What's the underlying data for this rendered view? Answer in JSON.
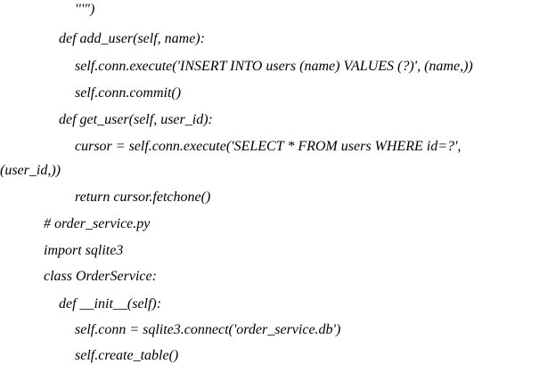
{
  "code_lines": [
    "'''\")",
    "def add_user(self, name):",
    "self.conn.execute('INSERT INTO users (name) VALUES (?)', (name,))",
    "self.conn.commit()",
    "def get_user(self, user_id):",
    "cursor = self.conn.execute('SELECT * FROM users WHERE id=?',",
    "(user_id,))",
    "return cursor.fetchone()",
    "# order_service.py",
    "import sqlite3",
    "class OrderService:",
    "def __init__(self):",
    "self.conn = sqlite3.connect('order_service.db')",
    "self.create_table()"
  ]
}
